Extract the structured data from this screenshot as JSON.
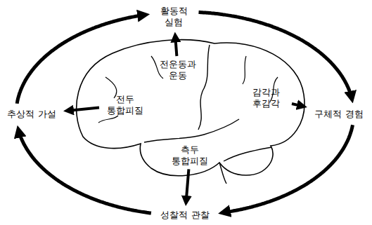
{
  "diagram": {
    "nodes": [
      {
        "text": [
          "활동적 실험"
        ]
      },
      {
        "text": [
          "전운동과 운동"
        ]
      },
      {
        "text": [
          "전두 통합피질"
        ]
      },
      {
        "text": [
          "추상적 가설"
        ]
      },
      {
        "text": [
          "감각과 후감각"
        ]
      },
      {
        "text": [
          "구체적 경험"
        ]
      },
      {
        "text": [
          "측두 통합피질"
        ]
      },
      {
        "text": [
          "성찰적 관찰"
        ]
      }
    ],
    "edges": [
      {
        "from": 1,
        "to": 0,
        "arrow": "to"
      },
      {
        "from": 2,
        "to": 3,
        "arrow": "to"
      },
      {
        "from": 4,
        "to": 5,
        "arrow": "to"
      },
      {
        "from": 6,
        "to": 7,
        "arrow": "to"
      },
      {
        "from": 0,
        "to": 5,
        "arrow": "to"
      },
      {
        "from": 5,
        "to": 7,
        "arrow": "to"
      },
      {
        "from": 7,
        "to": 3,
        "arrow": "to"
      },
      {
        "from": 3,
        "to": 0,
        "arrow": "to"
      }
    ]
  }
}
